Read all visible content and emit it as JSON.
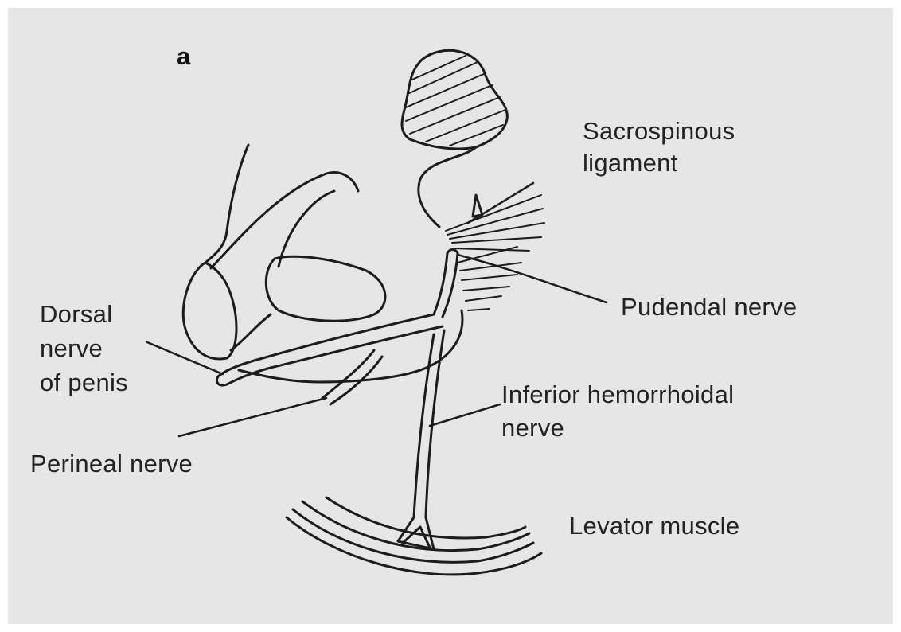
{
  "figure": {
    "panel_letter": "a",
    "labels": {
      "sacrospinous": [
        "Sacrospinous",
        "ligament"
      ],
      "pudendal": "Pudendal nerve",
      "dorsal": [
        "Dorsal",
        "nerve",
        "of penis"
      ],
      "perineal": "Perineal nerve",
      "inferior": [
        "Inferior hemorrhoidal",
        "nerve"
      ],
      "levator": "Levator muscle"
    },
    "colors": {
      "background": "#e6e6e6",
      "ink": "#1c1c1c"
    }
  }
}
